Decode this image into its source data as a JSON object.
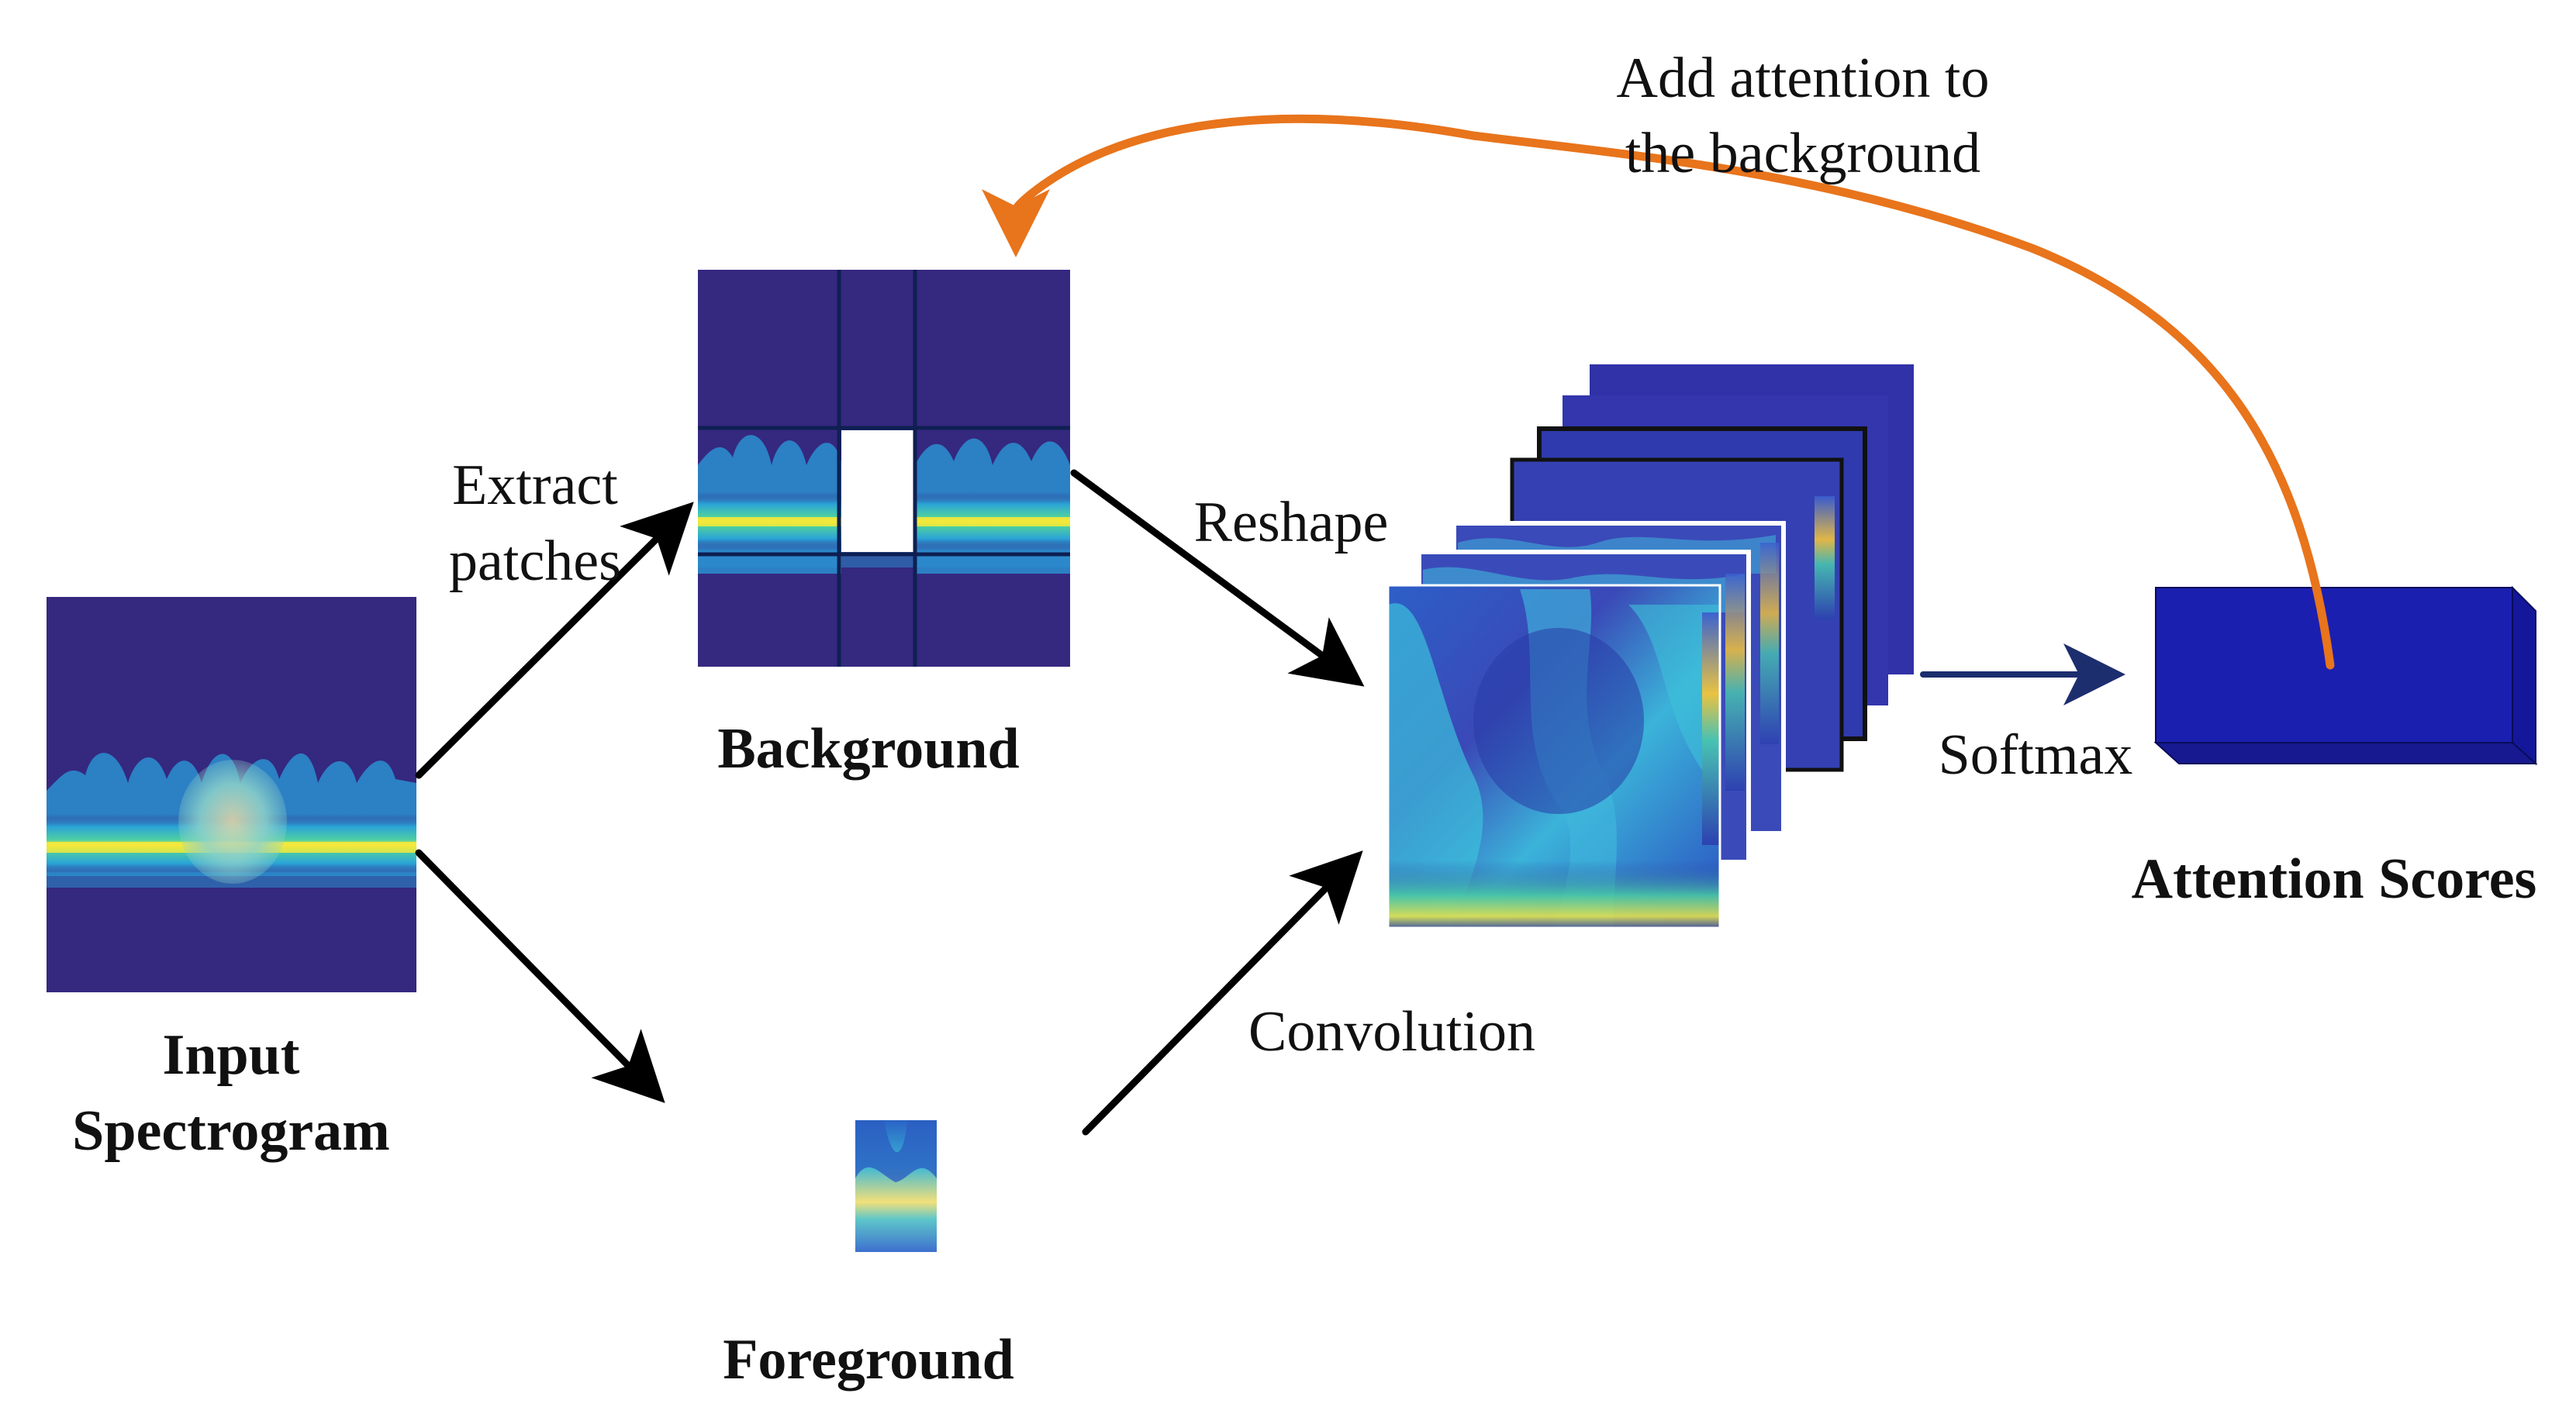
{
  "labels": {
    "input_line1": "Input",
    "input_line2": "Spectrogram",
    "background": "Background",
    "foreground": "Foreground",
    "attention_scores": "Attention Scores",
    "extract_line1": "Extract",
    "extract_line2": "patches",
    "reshape": "Reshape",
    "convolution": "Convolution",
    "softmax": "Softmax",
    "feedback_line1": "Add attention to",
    "feedback_line2": "the background"
  },
  "colors": {
    "spectrogram_bg": "#35287f",
    "block_blue": "#1b1fb0",
    "block_side": "#12158a",
    "feedback_arrow": "#e8741c",
    "softmax_arrow": "#1c2e6e",
    "arrow": "#000000",
    "grid_line": "#0f1f52"
  }
}
